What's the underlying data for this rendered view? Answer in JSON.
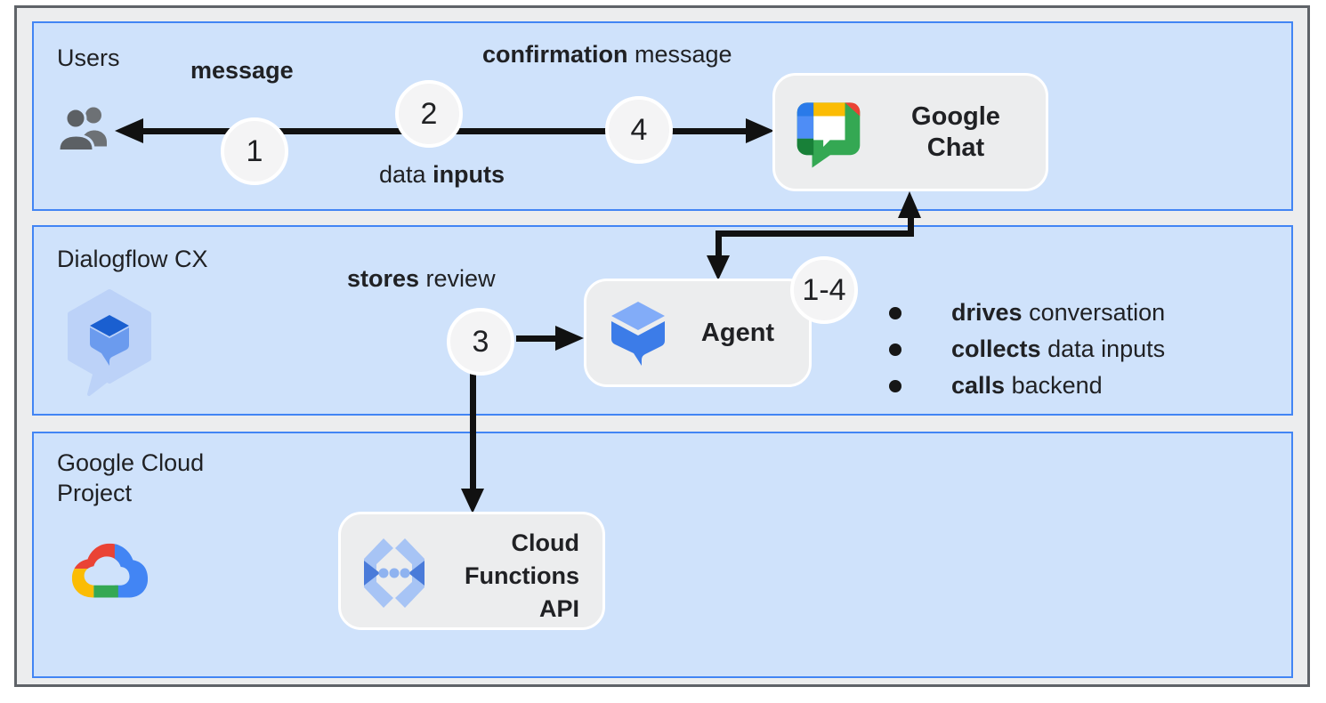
{
  "colors": {
    "band_fill": "#cfe2fb",
    "band_border": "#4285f4",
    "frame_border": "#5f6368",
    "canvas_bg": "#ecedee",
    "node_fill": "#ecedee",
    "node_border": "#ffffff",
    "step_circle_fill": "#f4f4f5",
    "arrow": "#111111",
    "text": "#202124",
    "google_blue": "#4285f4",
    "google_red": "#ea4335",
    "google_yellow": "#fbbc04",
    "google_green": "#34a853"
  },
  "bands": {
    "users": {
      "label": "Users",
      "icon": "users-icon"
    },
    "dialogflow": {
      "label": "Dialogflow CX",
      "icon": "dialogflow-cx-icon"
    },
    "gcp": {
      "line1": "Google Cloud",
      "line2": "Project",
      "icon": "google-cloud-icon"
    }
  },
  "steps": {
    "one": "1",
    "two": "2",
    "three": "3",
    "four": "4",
    "range": "1-4"
  },
  "edge_labels": {
    "message": {
      "bold": "message",
      "rest": ""
    },
    "confirmation_message": {
      "bold": "confirmation",
      "rest": " message"
    },
    "data_inputs": {
      "pre": "data ",
      "bold": "inputs"
    },
    "stores_review": {
      "bold": "stores",
      "rest": " review"
    }
  },
  "nodes": {
    "google_chat": {
      "line1": "Google",
      "line2": "Chat",
      "icon": "google-chat-icon"
    },
    "agent": {
      "label": "Agent",
      "icon": "dialogflow-agent-icon"
    },
    "cloud_functions": {
      "line1": "Cloud",
      "line2": "Functions",
      "line3": "API",
      "icon": "cloud-functions-icon"
    }
  },
  "agent_bullets": [
    {
      "bold": "drives",
      "rest": " conversation"
    },
    {
      "bold": "collects",
      "rest": " data inputs"
    },
    {
      "bold": "calls",
      "rest": " backend"
    }
  ]
}
